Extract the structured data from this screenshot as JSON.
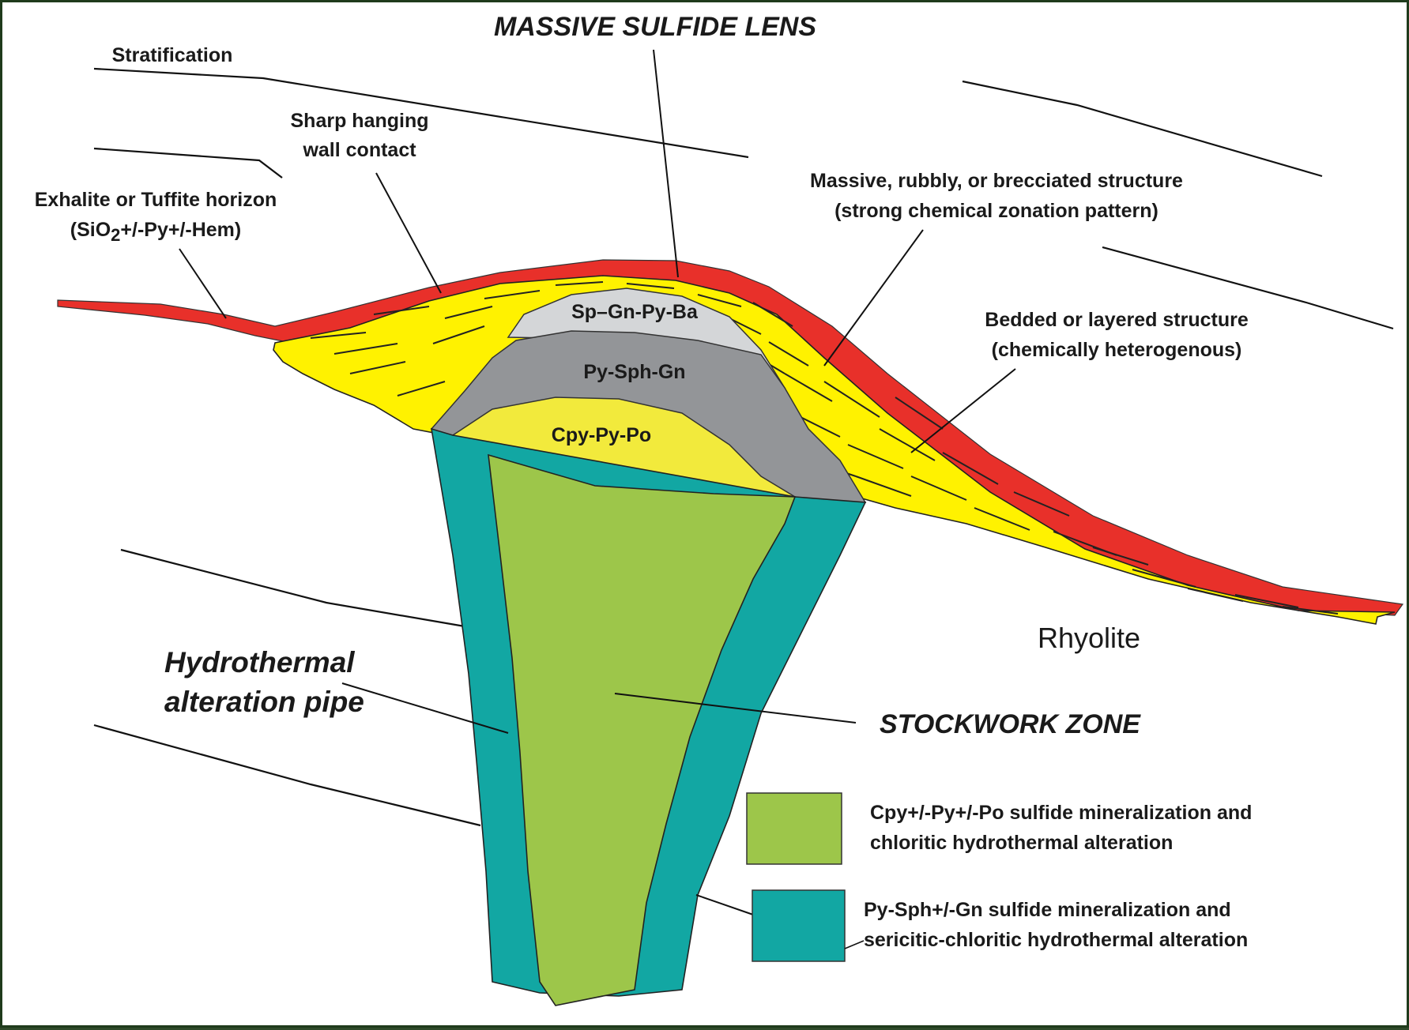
{
  "diagram": {
    "titles": {
      "massive_sulfide_lens": "MASSIVE SULFIDE LENS",
      "stockwork_zone": "STOCKWORK ZONE",
      "hydrothermal_pipe_line1": "Hydrothermal",
      "hydrothermal_pipe_line2": "alteration pipe"
    },
    "labels": {
      "stratification": "Stratification",
      "sharp_contact_line1": "Sharp hanging",
      "sharp_contact_line2": "wall contact",
      "exhalite_line1": "Exhalite or Tuffite horizon",
      "exhalite_line2_pre": "(SiO",
      "exhalite_line2_sub": "2",
      "exhalite_line2_post": "+/-Py+/-Hem)",
      "massive_structure_line1": "Massive, rubbly, or brecciated structure",
      "massive_structure_line2": "(strong chemical zonation pattern)",
      "bedded_line1": "Bedded or layered structure",
      "bedded_line2": "(chemically heterogenous)",
      "rhyolite": "Rhyolite"
    },
    "zones": {
      "top_zone": "Sp–Gn-Py-Ba",
      "middle_zone": "Py-Sph-Gn",
      "bottom_zone": "Cpy-Py-Po"
    },
    "legend": [
      {
        "color": "#9dc64a",
        "line1": "Cpy+/-Py+/-Po sulfide mineralization and",
        "line2": "chloritic hydrothermal alteration"
      },
      {
        "color": "#12a7a3",
        "line1": "Py-Sph+/-Gn sulfide mineralization and",
        "line2": "sericitic-chloritic hydrothermal alteration"
      }
    ],
    "colors": {
      "exhalite_red": "#e8302a",
      "bedded_yellow": "#fff200",
      "top_zone_grey": "#d4d6d8",
      "middle_zone_grey": "#939598",
      "bottom_zone_yellow": "#f2ea3c",
      "stockwork_green": "#9dc64a",
      "pipe_teal": "#12a7a3"
    }
  }
}
